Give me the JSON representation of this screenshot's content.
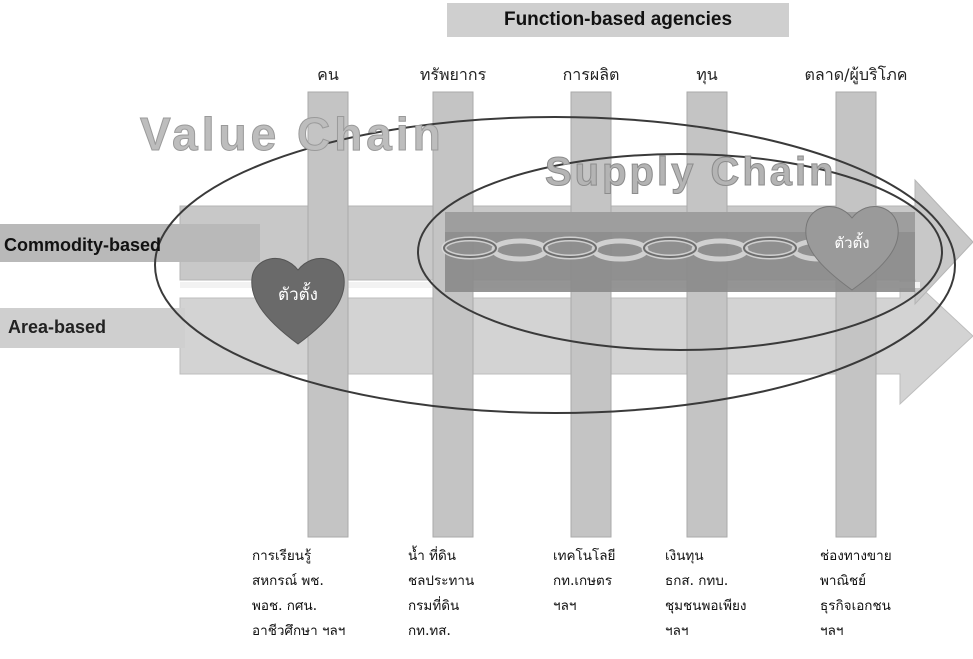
{
  "header": {
    "title": "Function-based agencies"
  },
  "columns": [
    {
      "label": "คน",
      "details": [
        "การเรียนรู้",
        "สหกรณ์ พช.",
        "พอช. กศน.",
        "อาชีวศึกษา ฯลฯ"
      ]
    },
    {
      "label": "ทรัพยากร",
      "details": [
        "น้ำ ที่ดิน",
        "ชลประทาน",
        "กรมที่ดิน",
        "กท.ทส."
      ]
    },
    {
      "label": "การผลิต",
      "details": [
        "เทคโนโลยี",
        "กท.เกษตร",
        "ฯลฯ"
      ]
    },
    {
      "label": "ทุน",
      "details": [
        "เงินทุน",
        "ธกส. กทบ.",
        "ชุมชนพอเพียง",
        "ฯลฯ"
      ]
    },
    {
      "label": "ตลาด/ผู้บริโภค",
      "details": [
        "ช่องทางขาย",
        "พาณิชย์",
        "ธุรกิจเอกชน",
        "ฯลฯ"
      ]
    }
  ],
  "rows": {
    "commodity": "Commodity-based",
    "area": "Area-based"
  },
  "chains": {
    "value": "Value Chain",
    "supply": "Supply Chain"
  },
  "hearts": {
    "left": "ตัวตั้ง",
    "right": "ตัวตั้ง"
  },
  "colors": {
    "bar": "#c9c9c9",
    "heart": "#6a6a6a",
    "chain_band": "#8a8a8a",
    "ellipse": "#333333"
  }
}
